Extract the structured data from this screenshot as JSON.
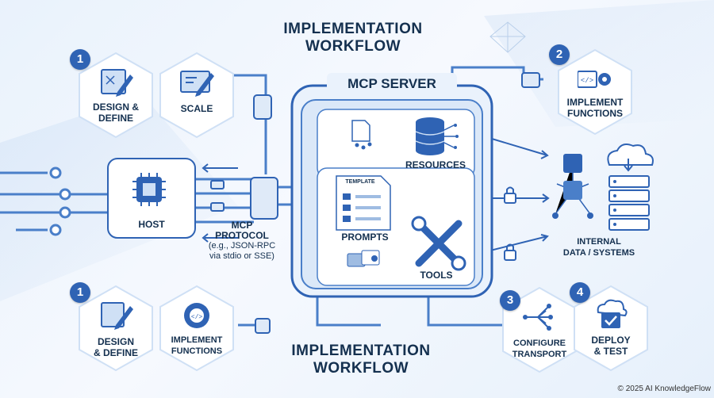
{
  "titles": {
    "top_line1": "IMPLEMENTATION",
    "top_line2": "WORKFLOW",
    "bottom_line1": "IMPLEMENTATION",
    "bottom_line2": "WORKFLOW"
  },
  "badges": {
    "b1_top": "1",
    "b2": "2",
    "b1_bottom": "1",
    "b3": "3",
    "b4": "4"
  },
  "hexes": {
    "design_top": {
      "line1": "DESIGN &",
      "line2": "DEFINE"
    },
    "scale": {
      "line1": "SCALE"
    },
    "implement_top": {
      "line1": "IMPLEMENT",
      "line2": "FUNCTIONS"
    },
    "design_bottom": {
      "line1": "DESIGN",
      "line2": "& DEFINE"
    },
    "implement_bottom": {
      "line1": "IMPLEMENT",
      "line2": "FUNCTIONS"
    },
    "configure": {
      "line1": "CONFIGURE",
      "line2": "TRANSPORT"
    },
    "deploy": {
      "line1": "DEPLOY",
      "line2": "& TEST"
    }
  },
  "server": {
    "title": "MCP SERVER",
    "resources": "RESOURCES",
    "prompts": "PROMPTS",
    "tools": "TOOLS",
    "template": "TEMPLATE"
  },
  "host": {
    "label": "HOST"
  },
  "protocol": {
    "line1": "MCP",
    "line2": "PROTOCOL",
    "line3": "(e.g., JSON-RPC",
    "line4": "via stdio or SSE)"
  },
  "internal": {
    "line1": "INTERNAL",
    "line2": "DATA / SYSTEMS"
  },
  "copyright": "© 2025 AI KnowledgeFlow",
  "colors": {
    "accent": "#2f63b4",
    "line": "#4a7fc9",
    "text": "#14304f",
    "panel": "#ffffff"
  }
}
